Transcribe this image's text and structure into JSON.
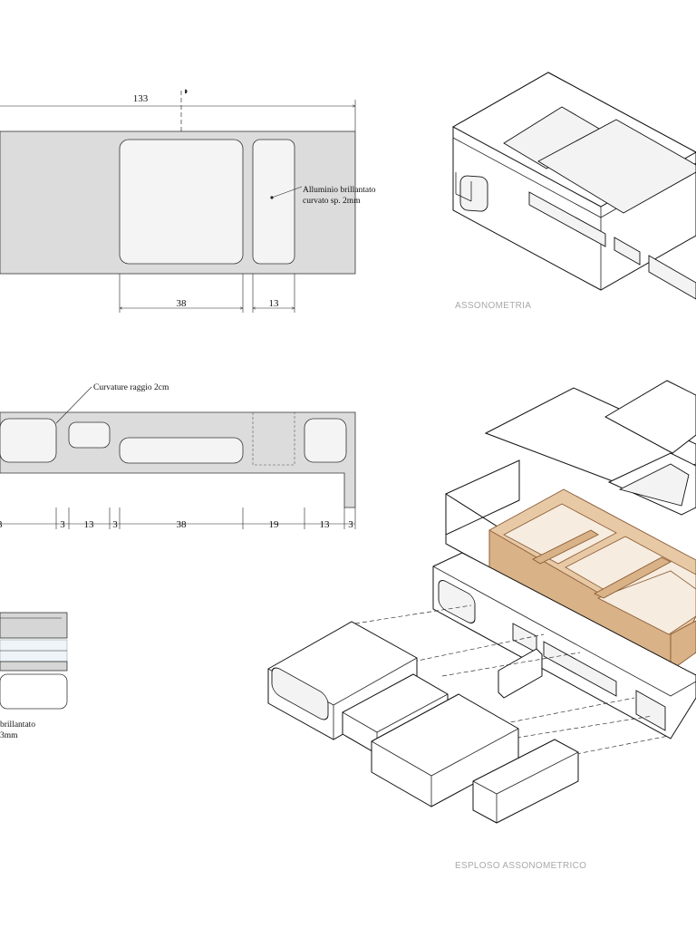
{
  "top_view": {
    "dims": {
      "total": "133",
      "hole_a": "38",
      "hole_b": "13"
    },
    "note_line1": "Alluminio brillantato",
    "note_line2": "curvato sp. 2mm"
  },
  "front_view": {
    "note": "Curvature raggio 2cm",
    "dims": [
      "3",
      "3",
      "13",
      "3",
      "38",
      "19",
      "13",
      "3"
    ]
  },
  "section_view": {
    "note_line1": "brillantato",
    "note_line2": "3mm"
  },
  "captions": {
    "axonometric": "ASSONOMETRIA",
    "exploded": "ESPLOSO ASSONOMETRICO"
  }
}
